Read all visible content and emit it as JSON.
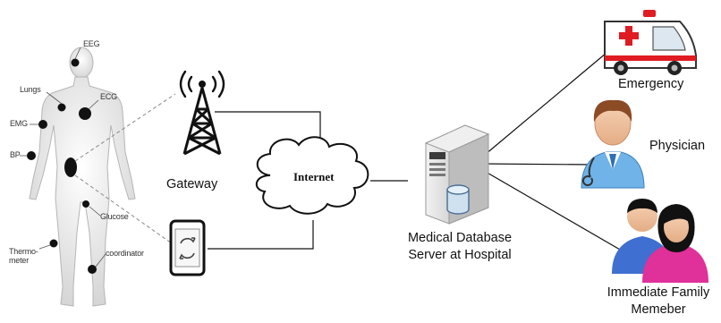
{
  "body_sensors": {
    "eeg": "EEG",
    "lungs": "Lungs",
    "ecg": "ECG",
    "emg": "EMG",
    "bp": "BP",
    "glucose": "Glucose",
    "thermometer": "Thermo-\nmeter",
    "coordinator": "coordinator"
  },
  "nodes": {
    "gateway": "Gateway",
    "internet": "Internet",
    "server": "Medical Database\nServer at Hospital",
    "emergency": "Emergency",
    "physician": "Physician",
    "family": "Immediate Family\nMemeber"
  },
  "colors": {
    "sensor": "#111111",
    "ambulance_cross": "#e01b22",
    "family_female": "#e0309a",
    "family_male": "#3f6fd0",
    "doctor_coat": "#5aa9e6",
    "server_body": "#d9d9d9"
  }
}
